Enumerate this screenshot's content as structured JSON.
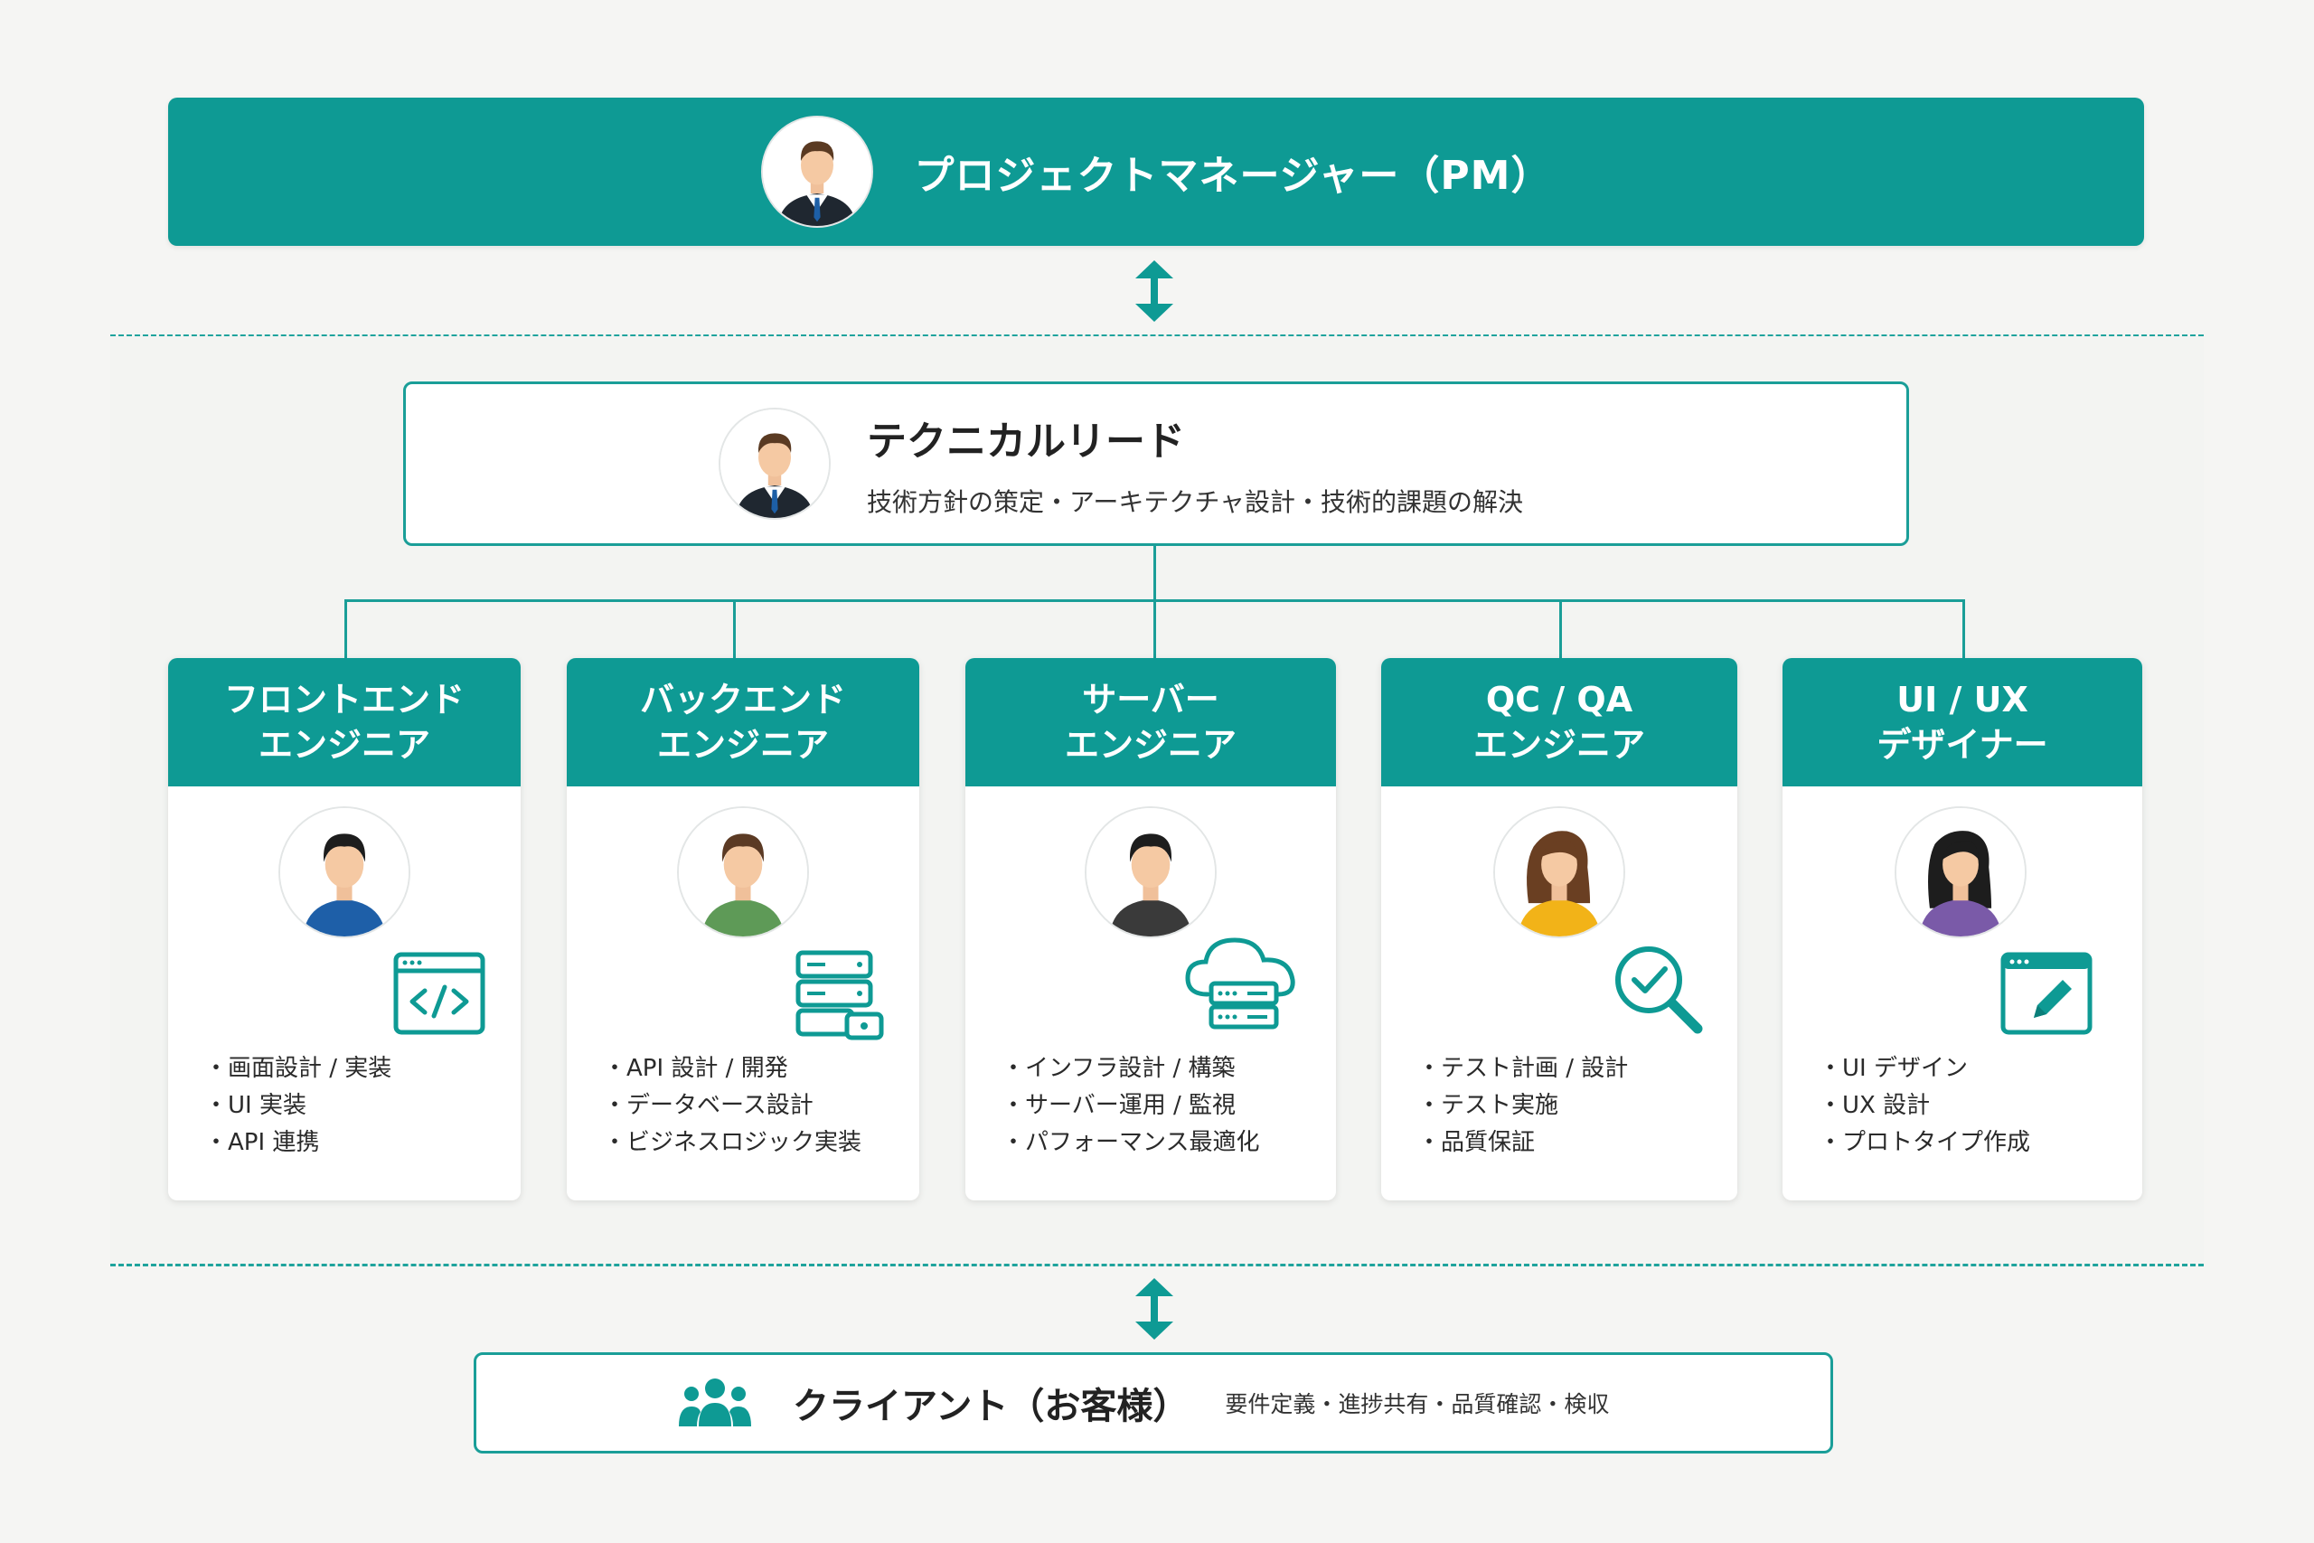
{
  "pm": {
    "title": "プロジェクトマネージャー（PM）"
  },
  "lead": {
    "title": "テクニカルリード",
    "subtitle": "技術方針の策定・アーキテクチャ設計・技術的課題の解決"
  },
  "roles": [
    {
      "title_line1": "フロントエンド",
      "title_line2": "エンジニア",
      "icon": "code-window-icon",
      "items": [
        "画面設計 / 実装",
        "UI 実装",
        "API 連携"
      ],
      "shirt": "#1e5fa8",
      "hair": "#1d1d1d"
    },
    {
      "title_line1": "バックエンド",
      "title_line2": "エンジニア",
      "icon": "server-stack-icon",
      "items": [
        "API 設計 / 開発",
        "データベース設計",
        "ビジネスロジック実装"
      ],
      "shirt": "#5e9a57",
      "hair": "#5b3a24"
    },
    {
      "title_line1": "サーバー",
      "title_line2": "エンジニア",
      "icon": "cloud-server-icon",
      "items": [
        "インフラ設計 / 構築",
        "サーバー運用 / 監視",
        "パフォーマンス最適化"
      ],
      "shirt": "#3a3a3a",
      "hair": "#1d1d1d"
    },
    {
      "title_line1": "QC / QA",
      "title_line2": "エンジニア",
      "icon": "magnifier-check-icon",
      "items": [
        "テスト計画 / 設計",
        "テスト実施",
        "品質保証"
      ],
      "shirt": "#f2b318",
      "hair": "#6a3f22"
    },
    {
      "title_line1": "UI / UX",
      "title_line2": "デザイナー",
      "icon": "design-window-icon",
      "items": [
        "UI デザイン",
        "UX 設計",
        "プロトタイプ作成"
      ],
      "shirt": "#7a5aa8",
      "hair": "#1d1d1d"
    }
  ],
  "client": {
    "title": "クライアント（お客様）",
    "subtitle": "要件定義・進捗共有・品質確認・検収"
  },
  "colors": {
    "accent": "#0e9a94",
    "border": "#1a9e98",
    "background": "#f5f5f3"
  }
}
